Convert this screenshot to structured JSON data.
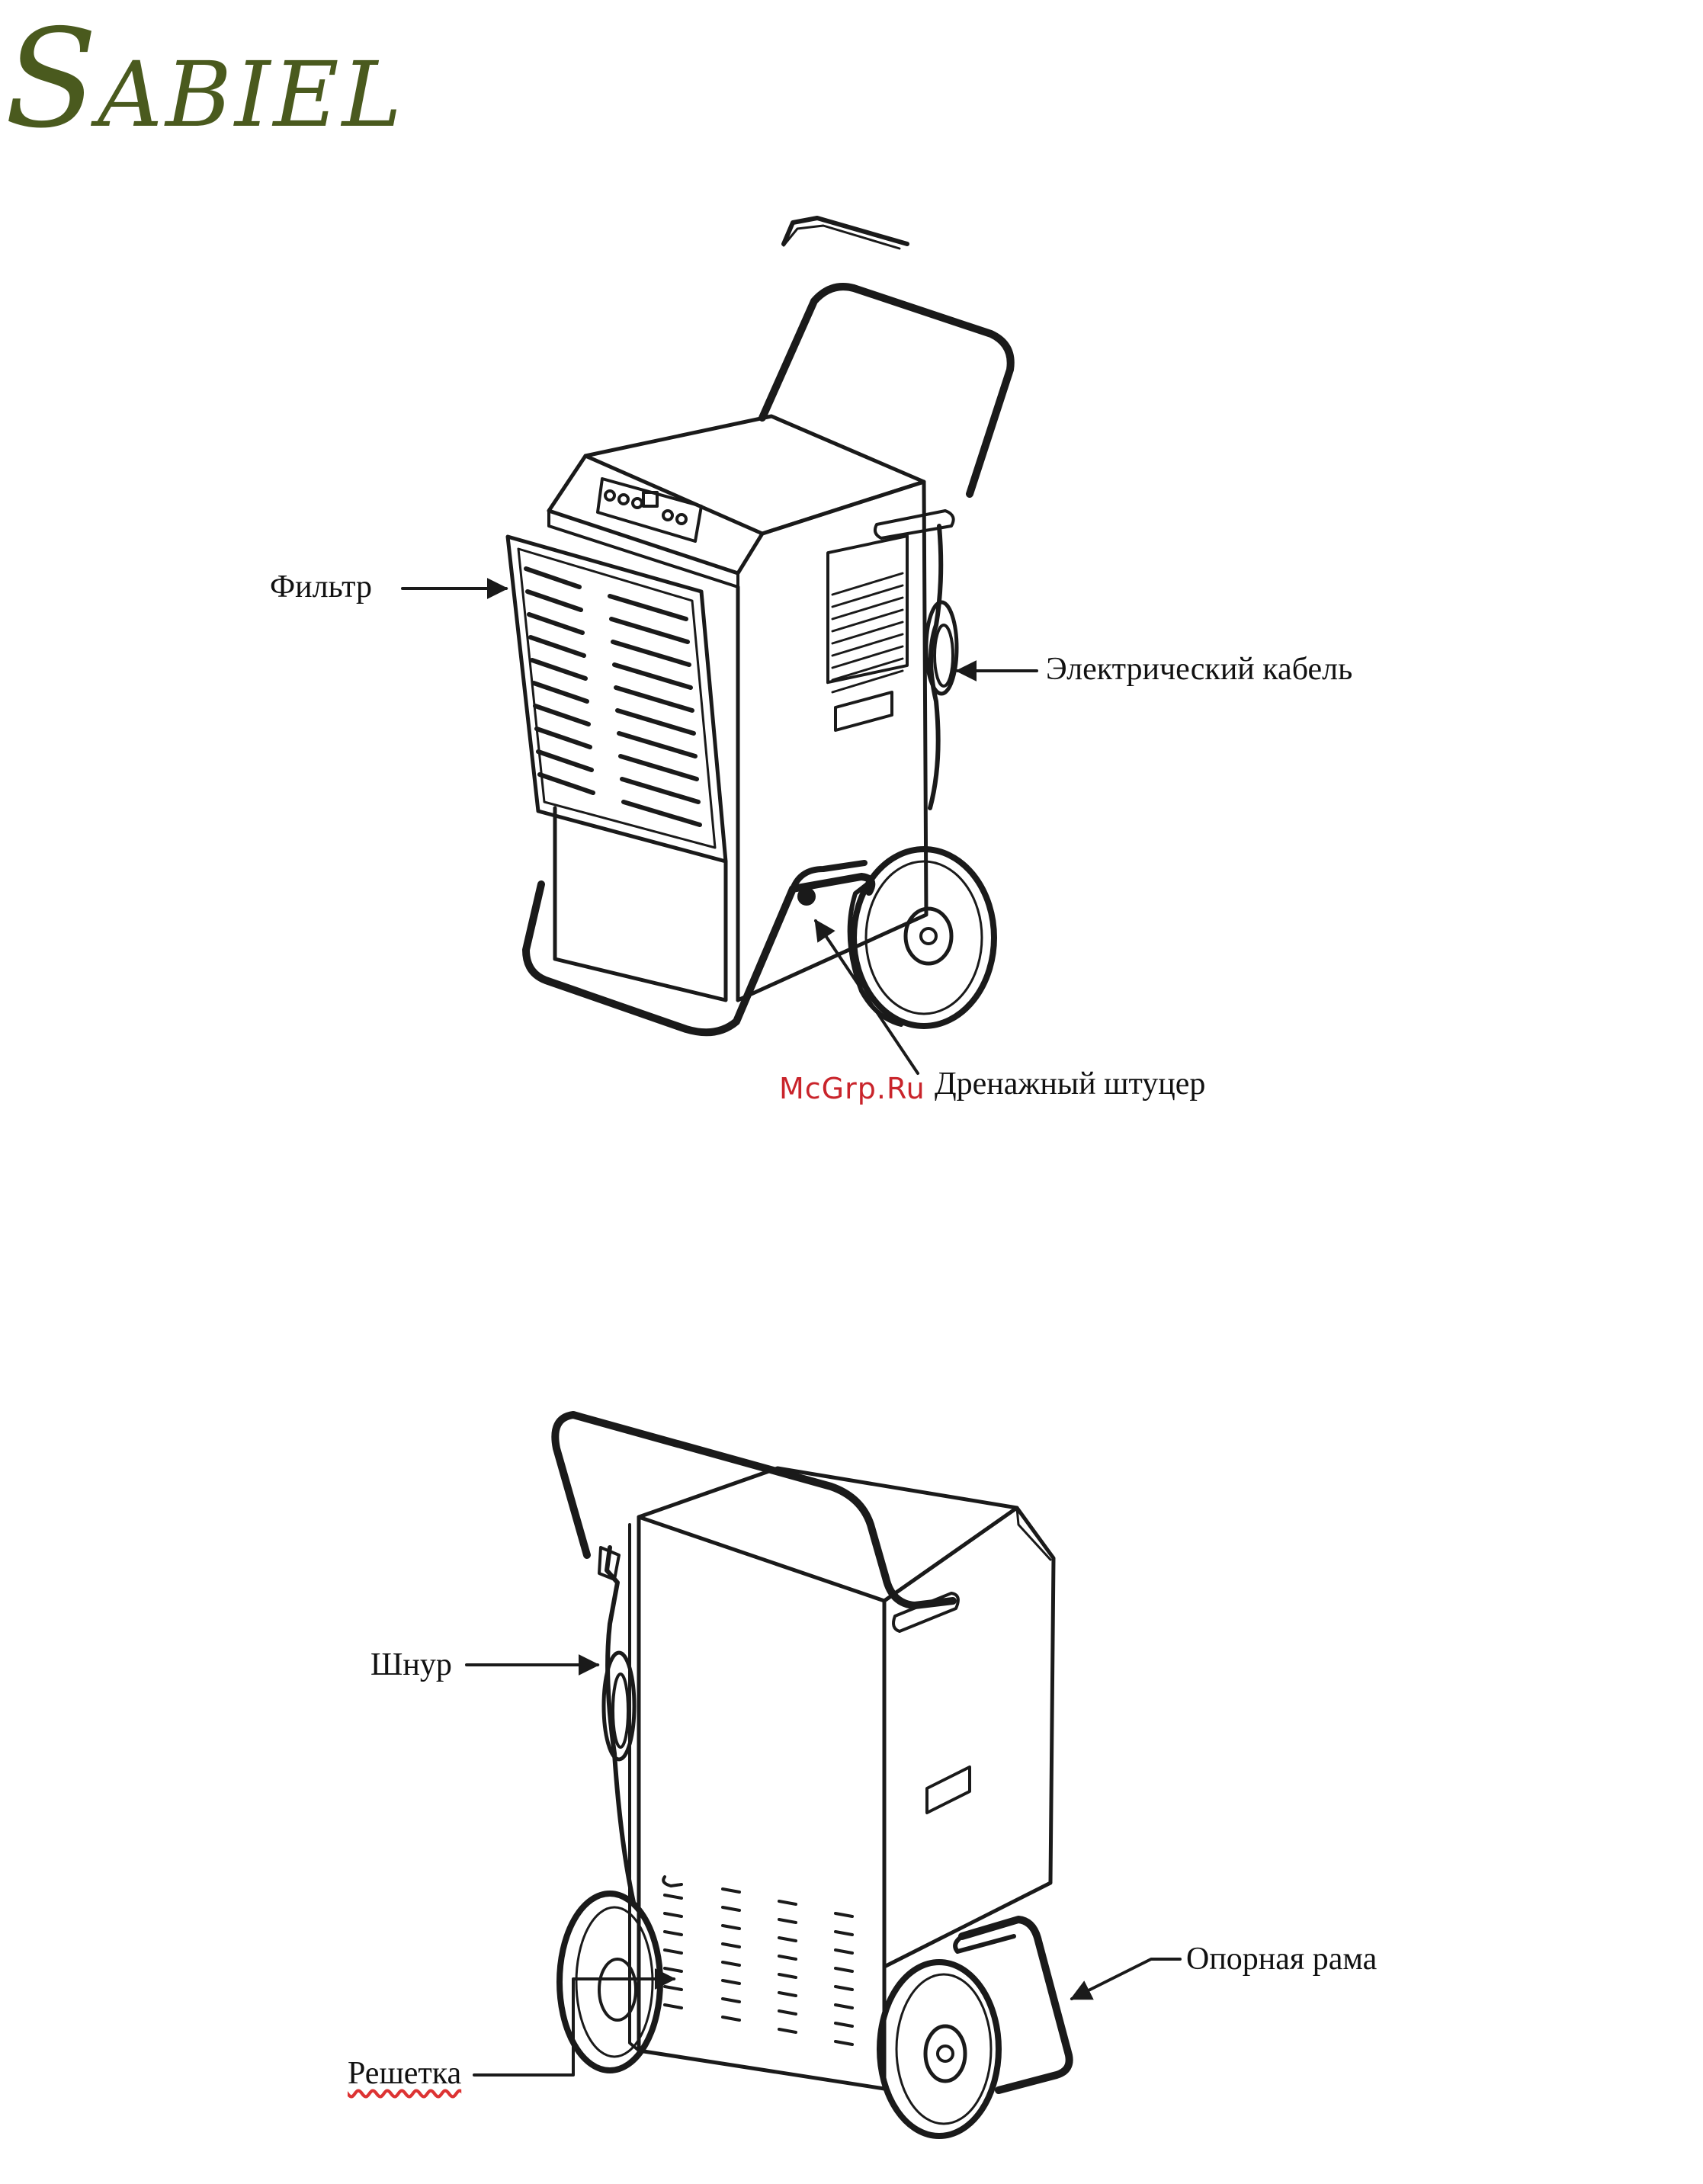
{
  "brand": {
    "logo_text": "SABIEL",
    "color": "#4a5a1e"
  },
  "watermark": "McGrp.Ru",
  "figure_front": {
    "labels": {
      "filter": "Фильтр",
      "power_cable": "Электрический кабель",
      "drain_fitting": "Дренажный штуцер"
    }
  },
  "figure_back": {
    "labels": {
      "cord": "Шнур",
      "support_frame": "Опорная рама",
      "grille": "Решетка"
    }
  },
  "colors": {
    "line": "#1a1a1a",
    "label": "#111111",
    "watermark": "#c9242b"
  }
}
